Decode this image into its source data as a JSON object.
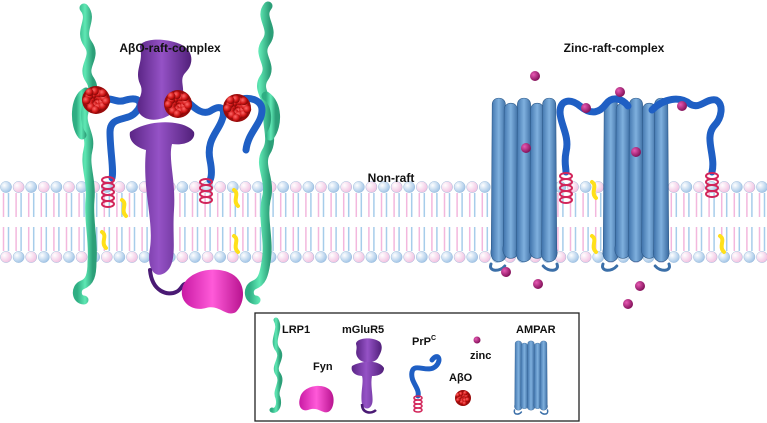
{
  "titles": {
    "left_complex": "AβO-raft-complex",
    "right_complex": "Zinc-raft-complex",
    "middle_region": "Non-raft"
  },
  "legend": {
    "lrp1": "LRP1",
    "fyn": "Fyn",
    "mglur5": "mGluR5",
    "prpc_base": "PrP",
    "prpc_sup": "C",
    "zinc": "zinc",
    "abo": "AβO",
    "ampar": "AMPAR"
  },
  "colors": {
    "lrp1": "#3fcf9a",
    "fyn": "#ee2fc4",
    "mglur5": "#7a3aa8",
    "prpc": "#1f5fc4",
    "prpc_helix": "#d2255a",
    "abo": "#d41818",
    "zinc": "#b01e7a",
    "ampar": "#5b91c8",
    "lipid_head": "#b9d6ef",
    "lipid_head_pink": "#f1bfe0",
    "lipid_tail_blue": "#a6cdea",
    "lipid_tail_pink": "#f3b7dd",
    "raft_sterol": "#ffe01a"
  }
}
